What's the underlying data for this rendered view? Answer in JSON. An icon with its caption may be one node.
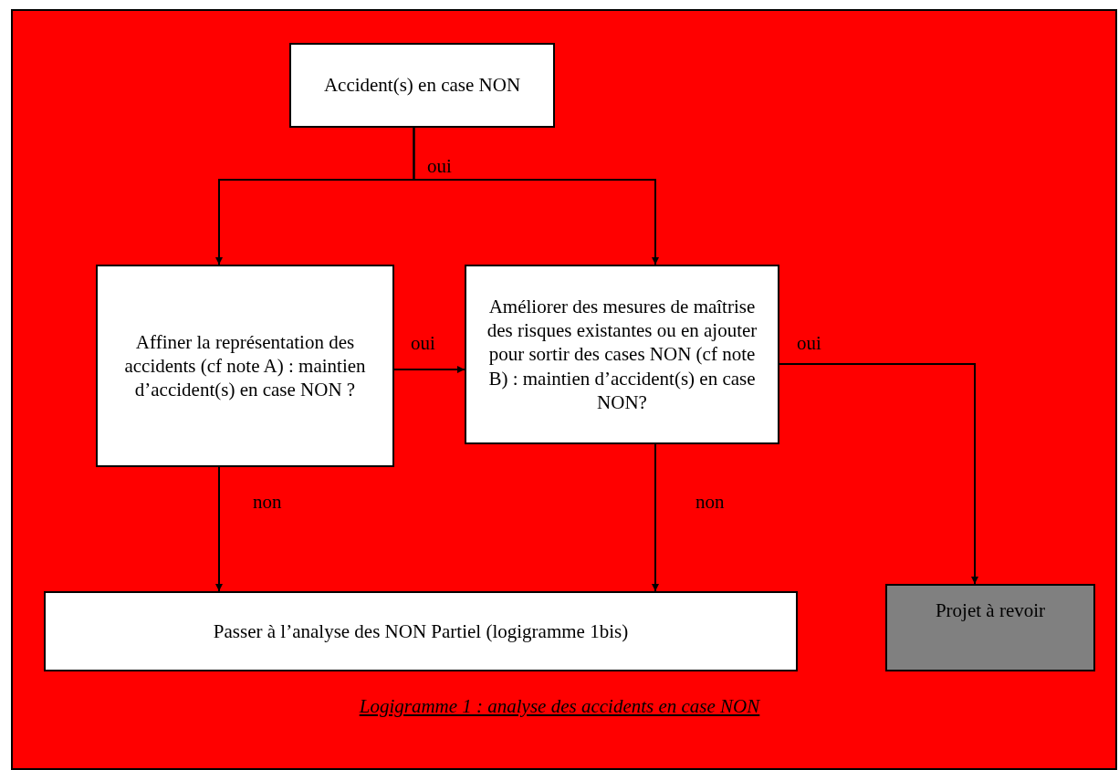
{
  "diagram": {
    "caption": "Logigramme 1 : analyse des accidents en case NON",
    "nodes": [
      {
        "text": [
          "Accident(s) en case NON"
        ]
      },
      {
        "text": [
          "Affiner la représentation des accidents (cf note A) : maintien d’accident(s) en case NON ?"
        ]
      },
      {
        "text": [
          "Améliorer des mesures de maîtrise des risques existantes ou en ajouter pour sortir des cases NON (cf note B) : maintien d’accident(s) en case NON?"
        ]
      },
      {
        "text": [
          "Passer à l’analyse des NON Partiel (logigramme 1bis)"
        ]
      },
      {
        "text": [
          "Projet à revoir"
        ]
      }
    ],
    "edges": [
      {
        "from": 0,
        "to": 1,
        "arrow": "to",
        "label": "oui"
      },
      {
        "from": 0,
        "to": 2,
        "arrow": "to"
      },
      {
        "from": 1,
        "to": 2,
        "arrow": "to",
        "label": "oui"
      },
      {
        "from": 1,
        "to": 3,
        "arrow": "to",
        "label": "non"
      },
      {
        "from": 2,
        "to": 3,
        "arrow": "to",
        "label": "non"
      },
      {
        "from": 2,
        "to": 4,
        "arrow": "to",
        "label": "oui"
      }
    ]
  }
}
